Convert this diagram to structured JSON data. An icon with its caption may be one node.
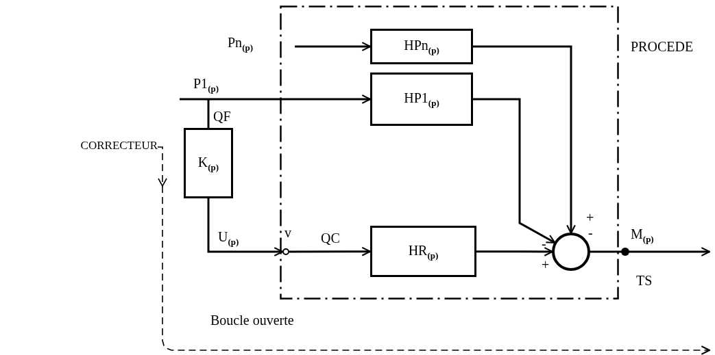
{
  "diagram": {
    "nodes": [
      {
        "text": [
          "PROCEDE"
        ]
      },
      {
        "text": [
          "HPn$_{(p)}$"
        ],
        "in": 0
      },
      {
        "text": [
          "HP1$_{(p)}$"
        ],
        "in": 0
      },
      {
        "text": [
          "K$_{(p)}$"
        ]
      },
      {
        "text": [
          "HR$_{(p)}$"
        ],
        "in": 0
      },
      {
        "text": [],
        "shape": "circle",
        "in": 0
      },
      {
        "text": [],
        "shape": "circle",
        "beside": [
          "v"
        ],
        "in": 0
      },
      {
        "text": [
          "CORRECTEUR"
        ]
      }
    ],
    "edges": [
      {
        "from": null,
        "to": 1,
        "arrow": "to",
        "label": "Pn$_{(p)}$"
      },
      {
        "from": null,
        "to": 2,
        "arrow": "to",
        "label": "P1$_{(p)}$"
      },
      {
        "from": null,
        "to": 3,
        "arrow": "none",
        "label": "QF"
      },
      {
        "from": 3,
        "to": 6,
        "arrow": "to",
        "label": "U$_{(p)}$"
      },
      {
        "from": 6,
        "to": 4,
        "arrow": "to",
        "label": "QC"
      },
      {
        "from": 1,
        "to": 5,
        "arrow": "to"
      },
      {
        "from": 2,
        "to": 5,
        "arrow": "to"
      },
      {
        "from": 4,
        "to": 5,
        "arrow": "to"
      },
      {
        "from": 5,
        "to": null,
        "arrow": "to",
        "label": "M$_{(p)}$"
      },
      {
        "from": 7,
        "to": null,
        "arrow": "to",
        "label": "Boucle ouverte",
        "style": "dashed"
      }
    ],
    "labels": [
      "+",
      "-",
      "-",
      "+",
      "TS"
    ]
  }
}
